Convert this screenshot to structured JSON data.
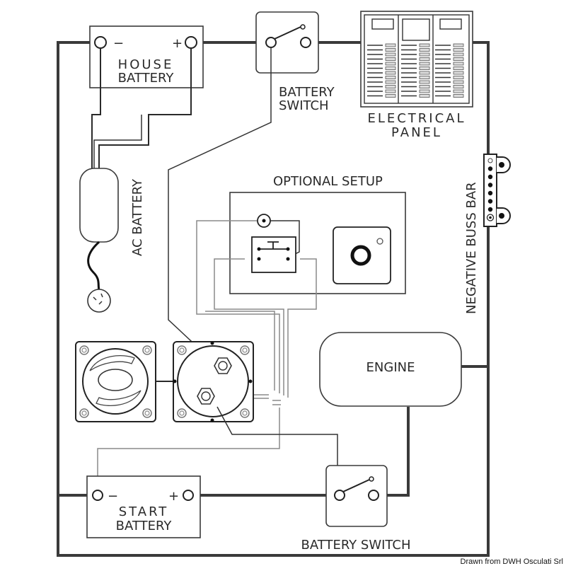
{
  "diagram": {
    "title": "Dual battery wiring diagram",
    "components": {
      "house_battery": {
        "label_line1": "HOUSE",
        "label_line2": "BATTERY",
        "neg": "−",
        "pos": "+"
      },
      "top_battery_switch": {
        "label_line1": "BATTERY",
        "label_line2": "SWITCH"
      },
      "electrical_panel": {
        "label_line1": "ELECTRICAL",
        "label_line2": "PANEL"
      },
      "ac_battery": {
        "label": "AC BATTERY"
      },
      "optional_setup": {
        "label": "OPTIONAL SETUP"
      },
      "negative_buss_bar": {
        "label": "NEGATIVE BUSS BAR"
      },
      "engine": {
        "label": "ENGINE"
      },
      "start_battery": {
        "label_line1": "START",
        "label_line2": "BATTERY",
        "neg": "−",
        "pos": "+"
      },
      "bottom_battery_switch": {
        "label": "BATTERY SWITCH"
      }
    },
    "credit": "Drawn from DWH Osculati Srl",
    "colors": {
      "wire_main": "#3a3a3a",
      "wire_signal": "#8a8a8a",
      "background": "#ffffff"
    }
  }
}
